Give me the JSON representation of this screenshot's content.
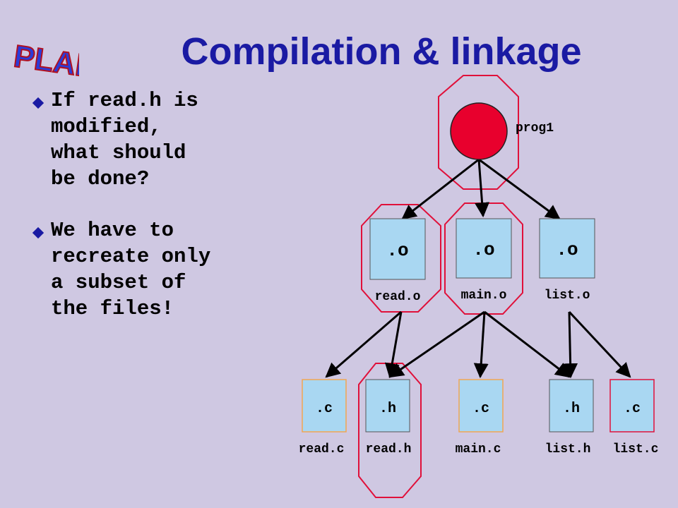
{
  "logo": {
    "text": "PLAB"
  },
  "title": "Compilation & linkage",
  "bullets": [
    {
      "text": "If read.h is\nmodified,\nwhat should\nbe done?"
    },
    {
      "text": "We have to\nrecreate only\na subset of\nthe files!"
    }
  ],
  "diagram": {
    "root": {
      "label": "prog1"
    },
    "objects": [
      {
        "box": ".o",
        "label": "read.o"
      },
      {
        "box": ".o",
        "label": "main.o"
      },
      {
        "box": ".o",
        "label": "list.o"
      }
    ],
    "sources": [
      {
        "box": ".c",
        "label": "read.c"
      },
      {
        "box": ".h",
        "label": "read.h"
      },
      {
        "box": ".c",
        "label": "main.c"
      },
      {
        "box": ".h",
        "label": "list.h"
      },
      {
        "box": ".c",
        "label": "list.c"
      }
    ]
  },
  "colors": {
    "background": "#cfc8e2",
    "title": "#1a1aa3",
    "highlight": "#e0103a",
    "obj_box": "#a9d7f2",
    "src_border": "#f2a553"
  }
}
